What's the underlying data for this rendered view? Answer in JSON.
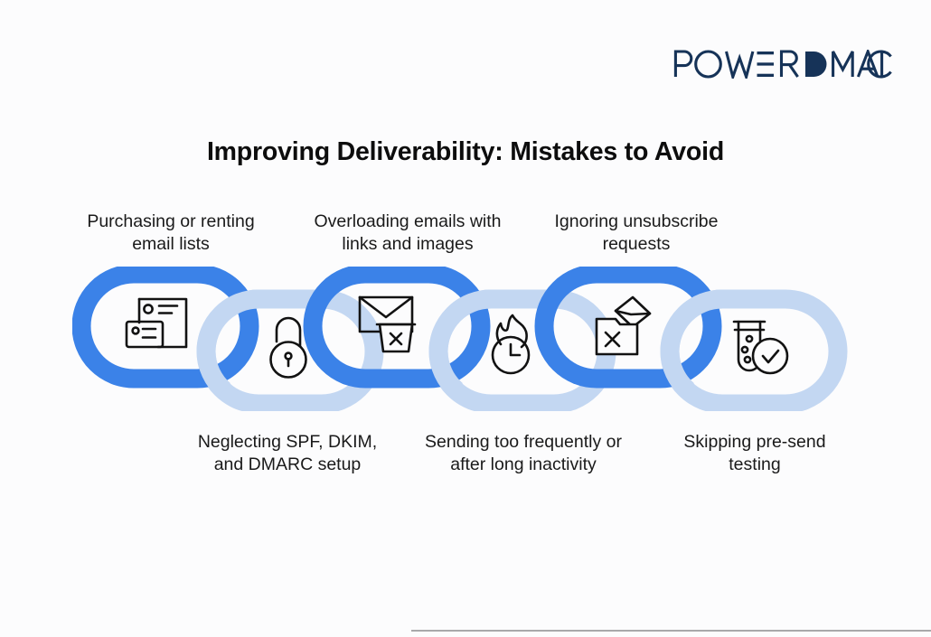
{
  "brand": {
    "name": "POWER DMARC",
    "word_one": "POWER",
    "word_two": "DMARC",
    "color": "#163358"
  },
  "title": "Improving Deliverability: Mistakes to Avoid",
  "colors": {
    "chain_dark": "#3b82e8",
    "chain_light": "#c3d7f2",
    "background": "#fcfcfd",
    "text": "#1a1a1a",
    "icon_stroke": "#121212",
    "rule": "#a9a9ab"
  },
  "chain": {
    "links": [
      {
        "index": 0,
        "color_role": "dark",
        "position": "top",
        "icon": "contact-list-icon",
        "label": "Purchasing or renting email lists"
      },
      {
        "index": 1,
        "color_role": "light",
        "position": "bottom",
        "icon": "open-padlock-icon",
        "label": "Neglecting SPF, DKIM, and DMARC setup"
      },
      {
        "index": 2,
        "color_role": "dark",
        "position": "top",
        "icon": "envelope-trash-icon",
        "label": "Overloading emails with links and images"
      },
      {
        "index": 3,
        "color_role": "light",
        "position": "bottom",
        "icon": "burning-clock-icon",
        "label": "Sending too frequently or after long inactivity"
      },
      {
        "index": 4,
        "color_role": "dark",
        "position": "top",
        "icon": "unsubscribe-tray-icon",
        "label": "Ignoring unsubscribe requests"
      },
      {
        "index": 5,
        "color_role": "light",
        "position": "bottom",
        "icon": "test-tube-check-icon",
        "label": "Skipping pre-send testing"
      }
    ]
  },
  "captions": {
    "top": [
      "Purchasing or renting email lists",
      "Overloading emails with links and images",
      "Ignoring unsubscribe requests"
    ],
    "bottom": [
      "Neglecting SPF, DKIM, and DMARC setup",
      "Sending too frequently or after long inactivity",
      "Skipping pre-send testing"
    ]
  }
}
